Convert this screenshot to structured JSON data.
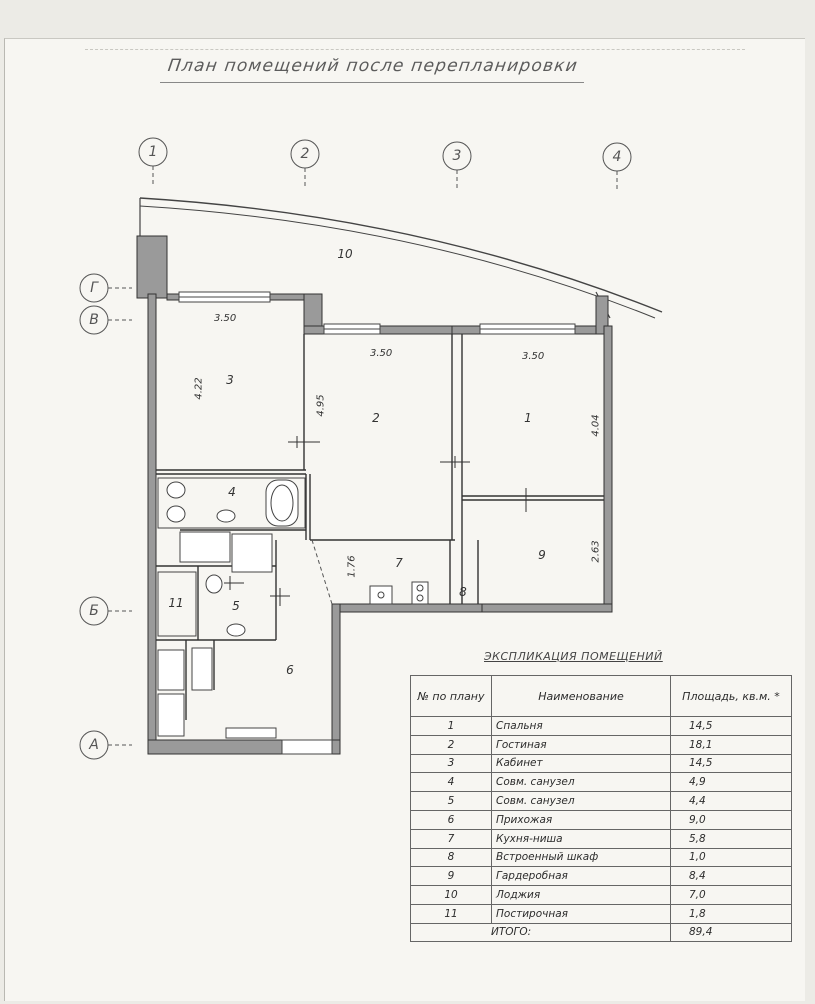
{
  "title": "План помещений после перепланировки",
  "axes": {
    "columns": [
      "1",
      "2",
      "3",
      "4"
    ],
    "rows": [
      "Г",
      "В",
      "Б",
      "А"
    ]
  },
  "rooms": [
    {
      "num": "1"
    },
    {
      "num": "2"
    },
    {
      "num": "3"
    },
    {
      "num": "4"
    },
    {
      "num": "5"
    },
    {
      "num": "6"
    },
    {
      "num": "7"
    },
    {
      "num": "8"
    },
    {
      "num": "9"
    },
    {
      "num": "10"
    },
    {
      "num": "11"
    }
  ],
  "dimensions": {
    "room3_width": "3.50",
    "room3_depth": "4.22",
    "room2_width": "3.50",
    "room2_depth": "4.95",
    "room1_width": "3.50",
    "room1_depth": "4.04",
    "room7_depth": "1.76",
    "room9_depth": "2.63"
  },
  "explication": {
    "title": "ЭКСПЛИКАЦИЯ ПОМЕЩЕНИЙ",
    "headers": {
      "num": "№ по плану",
      "name": "Наименование",
      "area": "Площадь, кв.м. *"
    },
    "rows": [
      {
        "num": "1",
        "name": "Спальня",
        "area": "14,5"
      },
      {
        "num": "2",
        "name": "Гостиная",
        "area": "18,1"
      },
      {
        "num": "3",
        "name": "Кабинет",
        "area": "14,5"
      },
      {
        "num": "4",
        "name": "Совм. санузел",
        "area": "4,9"
      },
      {
        "num": "5",
        "name": "Совм. санузел",
        "area": "4,4"
      },
      {
        "num": "6",
        "name": "Прихожая",
        "area": "9,0"
      },
      {
        "num": "7",
        "name": "Кухня-ниша",
        "area": "5,8"
      },
      {
        "num": "8",
        "name": "Встроенный шкаф",
        "area": "1,0"
      },
      {
        "num": "9",
        "name": "Гардеробная",
        "area": "8,4"
      },
      {
        "num": "10",
        "name": "Лоджия",
        "area": "7,0"
      },
      {
        "num": "11",
        "name": "Постирочная",
        "area": "1,8"
      }
    ],
    "total_label": "ИТОГО:",
    "total_value": "89,4"
  }
}
